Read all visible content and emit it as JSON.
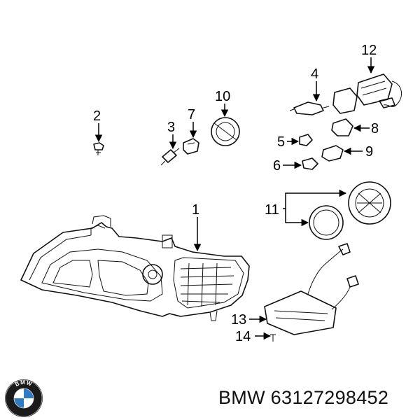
{
  "callouts": {
    "c1": "1",
    "c2": "2",
    "c3": "3",
    "c4": "4",
    "c5": "5",
    "c6": "6",
    "c7": "7",
    "c8": "8",
    "c9": "9",
    "c10": "10",
    "c11": "11",
    "c12": "12",
    "c13": "13",
    "c14": "14"
  },
  "brand": {
    "logo_icon": "bmw-roundel-logo",
    "logo_letters": "BMW",
    "caption": "BMW 63127298452",
    "logo_colors": {
      "blue": "#2f7bc4",
      "white": "#ffffff",
      "ring": "#1a1a1a"
    }
  }
}
